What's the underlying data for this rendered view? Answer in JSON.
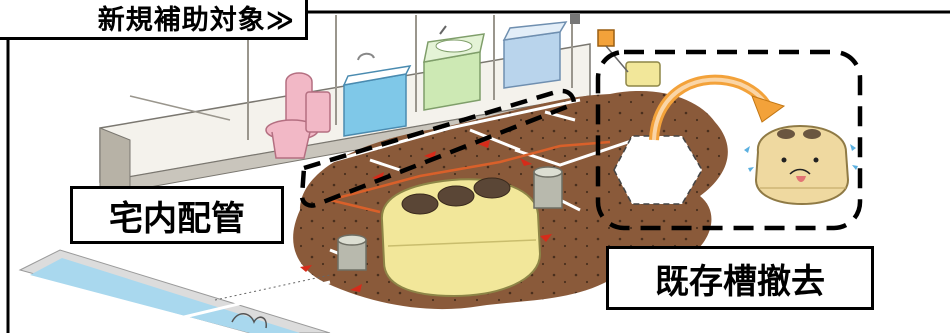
{
  "labels": {
    "title": "新規補助対象≫",
    "indoor_piping": "宅内配管",
    "existing_tank_removal": "既存槽撤去"
  },
  "colors": {
    "soil": "#8a5a3a",
    "soil_dots": "#3a2416",
    "pipe_orange": "#d9602a",
    "flow_arrow_red": "#d62b1a",
    "tank_yellow": "#f2e79a",
    "tank_lid": "#5a4636",
    "toilet_pink": "#f2b8c6",
    "bath_blue": "#7fc8e8",
    "sink_green": "#cde9b4",
    "sink_blue": "#b9d4ec",
    "arrow_orange": "#f3a23a",
    "old_tank_beige": "#efd9a0",
    "ditch_water": "#a9d8ee",
    "dashed_border": "#000000"
  },
  "icons": [
    "toilet-icon",
    "bathtub-icon",
    "washbasin-icon",
    "utility-sink-icon",
    "control-box-icon",
    "sad-old-tank-icon"
  ]
}
